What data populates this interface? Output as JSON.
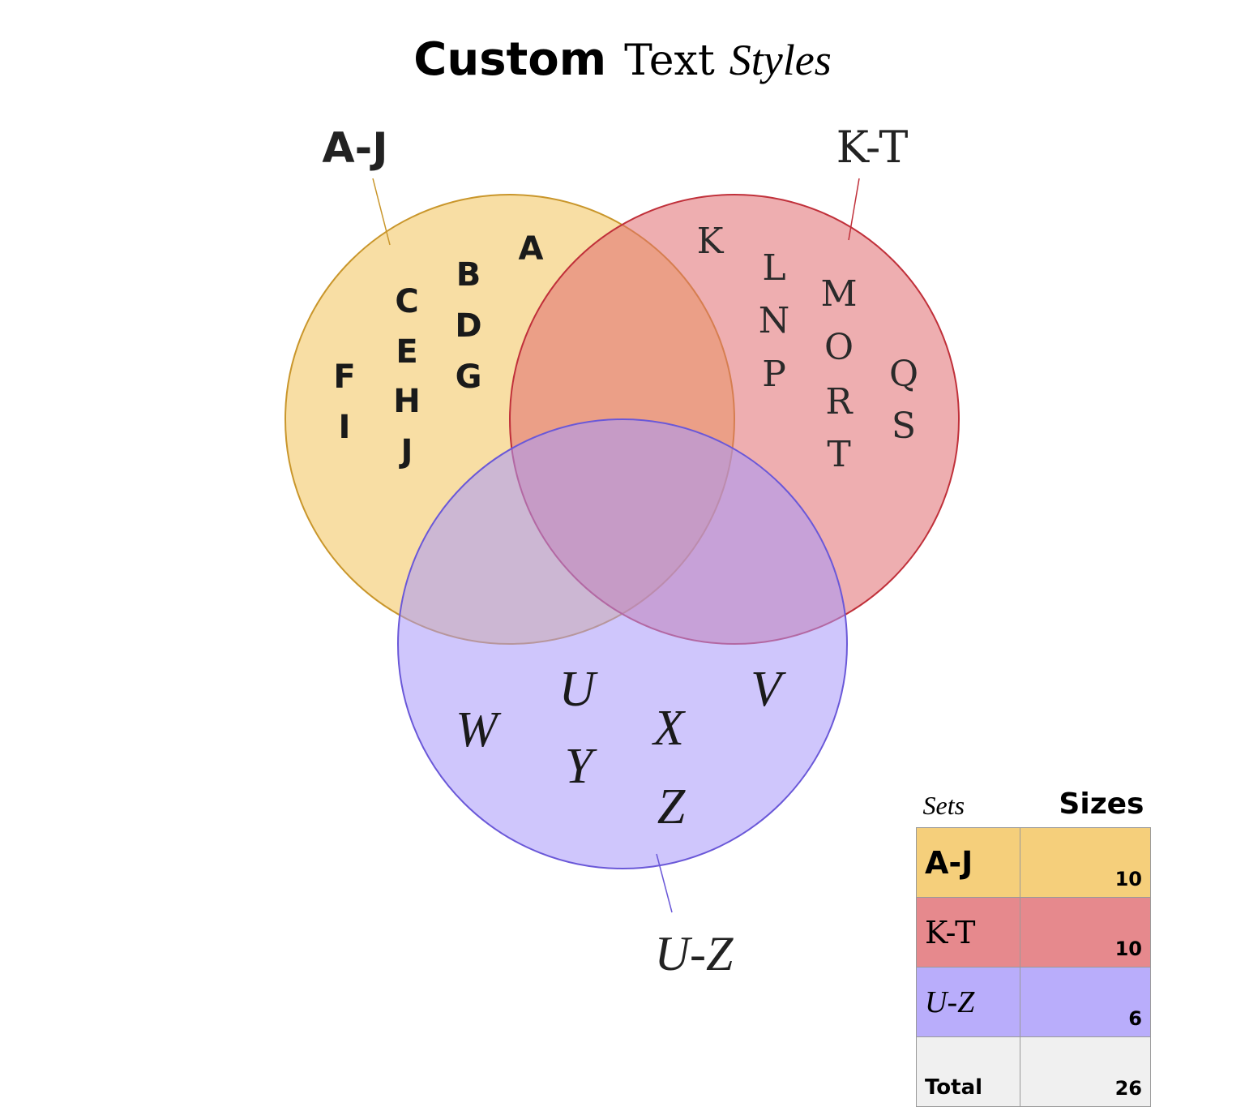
{
  "title": {
    "part1": "Custom",
    "part2": "Text",
    "part3": "Styles"
  },
  "sets": [
    {
      "name": "A-J",
      "color_fill": "#f2c35a",
      "color_stroke": "#c9962b",
      "size": "10",
      "elements": [
        "A",
        "B",
        "C",
        "D",
        "E",
        "F",
        "G",
        "H",
        "I",
        "J"
      ]
    },
    {
      "name": "K-T",
      "color_fill": "#e06b70",
      "color_stroke": "#c0303a",
      "size": "10",
      "elements": [
        "K",
        "L",
        "M",
        "N",
        "O",
        "P",
        "Q",
        "R",
        "S",
        "T"
      ]
    },
    {
      "name": "U-Z",
      "color_fill": "#a898fa",
      "color_stroke": "#6a58d8",
      "size": "6",
      "elements": [
        "U",
        "V",
        "W",
        "X",
        "Y",
        "Z"
      ]
    }
  ],
  "legend": {
    "header_sets": "Sets",
    "header_sizes": "Sizes",
    "total_label": "Total",
    "total_value": "26",
    "total_color": "#f0f0f0"
  }
}
